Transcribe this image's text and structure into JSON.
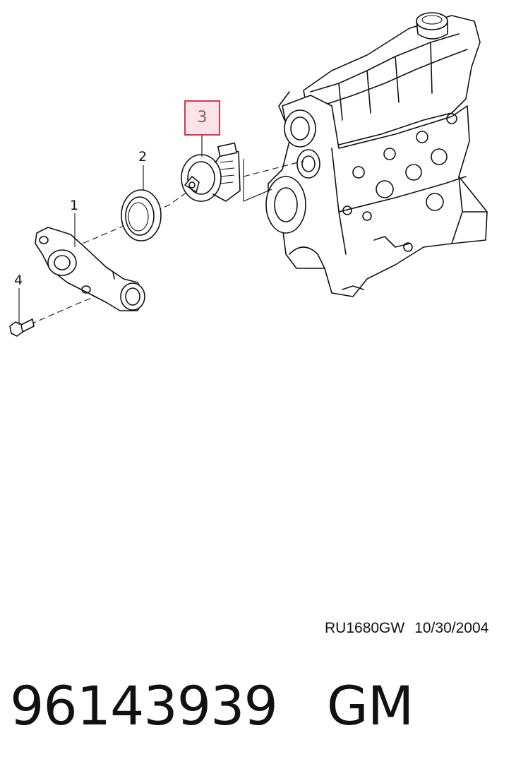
{
  "diagram": {
    "callouts": [
      {
        "id": "1",
        "label": "1"
      },
      {
        "id": "2",
        "label": "2"
      },
      {
        "id": "3",
        "label": "3",
        "highlighted": true
      },
      {
        "id": "4",
        "label": "4"
      }
    ],
    "highlight_color": "#d6374d",
    "highlight_fill": "#fbe3e7"
  },
  "footer": {
    "reference_code": "RU1680GW",
    "date": "10/30/2004",
    "part_number": "96143939",
    "brand": "GM"
  }
}
